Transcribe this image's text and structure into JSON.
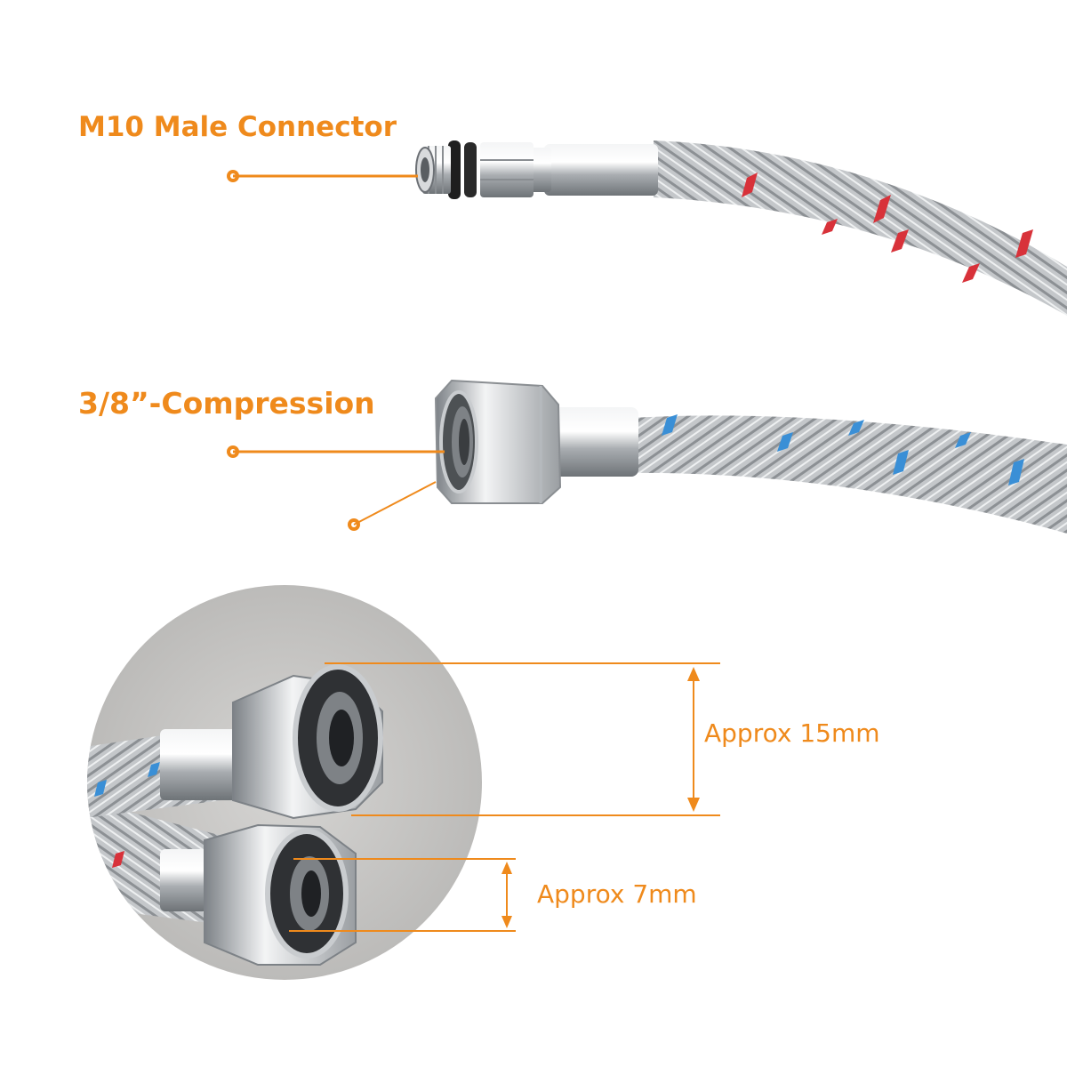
{
  "labels": {
    "male_connector": "M10 Male Connector",
    "compression": "3/8”-Compression",
    "large_inner_diameter": "Approx 15mm",
    "small_inner_diameter": "Approx 7mm"
  },
  "colors": {
    "accent": "#ef8a1c",
    "braid_steel": "#b9bcbf",
    "red_marking": "#d8323a",
    "blue_marking": "#3a8fd6",
    "background": "#ffffff",
    "photo_circle": "#c9c8c6"
  }
}
